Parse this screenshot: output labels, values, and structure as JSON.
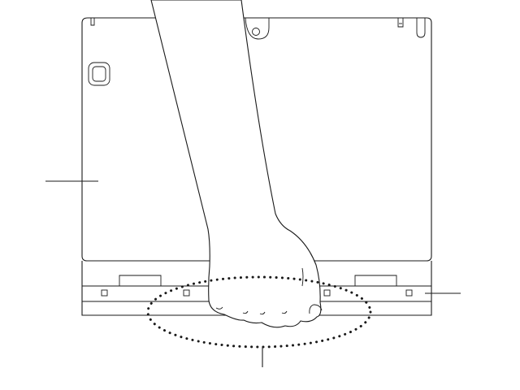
{
  "figure": {
    "description_labels": [],
    "colors": {
      "line": "#1a1a1a",
      "background": "#ffffff",
      "hand_fill": "#ffffff"
    },
    "icons": [
      "device-back-panel",
      "camera-lens-icon",
      "hinge-tab",
      "hand-pressing",
      "dotted-ellipse-callout"
    ]
  }
}
